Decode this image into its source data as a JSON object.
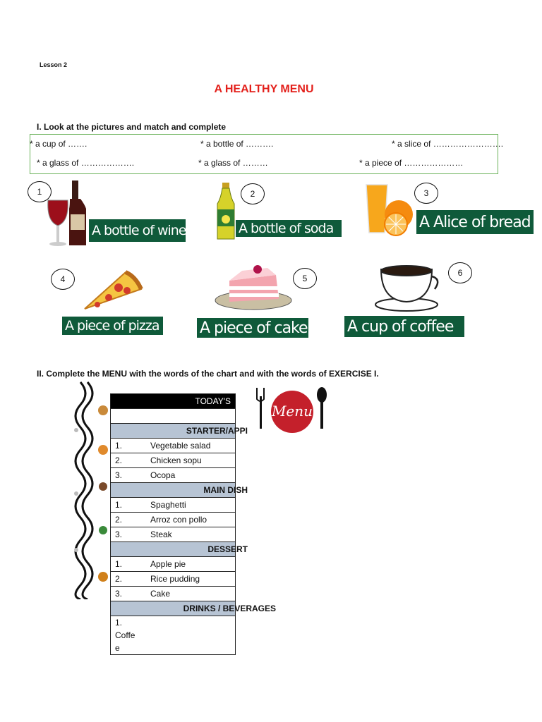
{
  "lesson": "Lesson 2",
  "title": "A HEALTHY MENU",
  "exercise1": {
    "instruction": "I.  Look at the pictures and match and complete",
    "options_row1": [
      "* a cup of …….",
      "* a bottle of ……….",
      "* a slice of ……………………."
    ],
    "options_row2": [
      "* a glass of ……………….",
      "* a glass of ………",
      "* a piece of …………………"
    ],
    "numbers": [
      "1",
      "2",
      "3",
      "4",
      "5",
      "6"
    ],
    "labels": [
      "A bottle of wine",
      "A bottle of soda",
      "A Alice of bread",
      "A piece of pizza",
      "A piece of cake",
      "A cup of coffee"
    ]
  },
  "exercise2": {
    "instruction": "II. Complete the MENU with the words of the chart and with the words of EXERCISE I.",
    "logo_text": "Menu",
    "menu": {
      "header": "TODAY'S",
      "starter_title": "STARTER/APPI",
      "starter": [
        {
          "num": "1.",
          "item": "Vegetable salad"
        },
        {
          "num": "2.",
          "item": "Chicken sopu"
        },
        {
          "num": "3.",
          "item": "Ocopa"
        }
      ],
      "main_title": "MAIN DISH",
      "main": [
        {
          "num": "1.",
          "item": "Spaghetti"
        },
        {
          "num": "2.",
          "item": "Arroz con pollo"
        },
        {
          "num": "3.",
          "item": "Steak"
        }
      ],
      "dessert_title": "DESSERT",
      "dessert": [
        {
          "num": "1.",
          "item": "Apple pie"
        },
        {
          "num": "2.",
          "item": "Rice pudding"
        },
        {
          "num": "3.",
          "item": "Cake"
        }
      ],
      "drinks_title": "DRINKS / BEVERAGES",
      "drinks": [
        {
          "num": "1.",
          "item": "Coffee"
        }
      ]
    }
  },
  "colors": {
    "title": "#e3201b",
    "box_border": "#6bb25a",
    "label_bg": "#0f5a3a",
    "section_bg": "#b7c4d4",
    "logo": "#c4202b"
  }
}
